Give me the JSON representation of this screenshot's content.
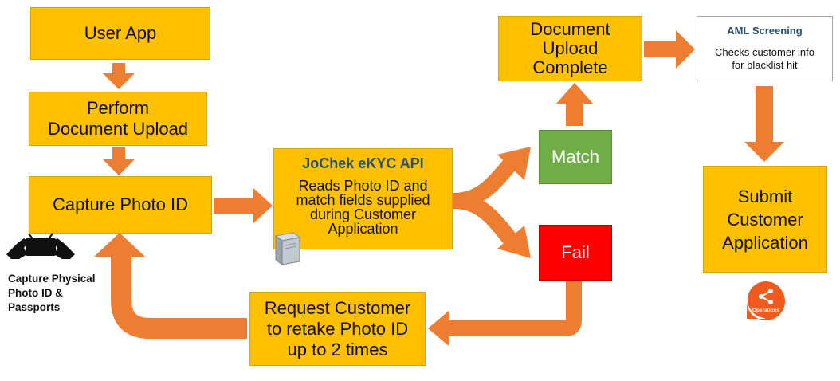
{
  "nodes": {
    "user_app": "User App",
    "perform_upload": "Perform\nDocument Upload",
    "capture_photo": "Capture Photo ID",
    "api_title": "JoChek eKYC API",
    "api_desc": "Reads Photo ID and\nmatch fields supplied\nduring Customer\nApplication",
    "match": "Match",
    "fail": "Fail",
    "upload_complete": "Document\nUpload\nComplete",
    "aml_title": "AML Screening",
    "aml_desc": "Checks customer info\nfor blacklist hit",
    "submit": "Submit\nCustomer\nApplication",
    "retake": "Request Customer\nto retake Photo ID\nup to 2 times"
  },
  "captions": {
    "capture_physical": "Capture Physical\nPhoto ID &\nPassports",
    "operations_badge": "Operations"
  },
  "icons": [
    "hands-holding-card-icon",
    "server-icon",
    "operations-share-icon"
  ],
  "colors": {
    "box_fill": "#ffc000",
    "arrow": "#ed7d31",
    "match": "#70ad47",
    "fail": "#ff0000",
    "title_blue": "#2a4d6b"
  }
}
